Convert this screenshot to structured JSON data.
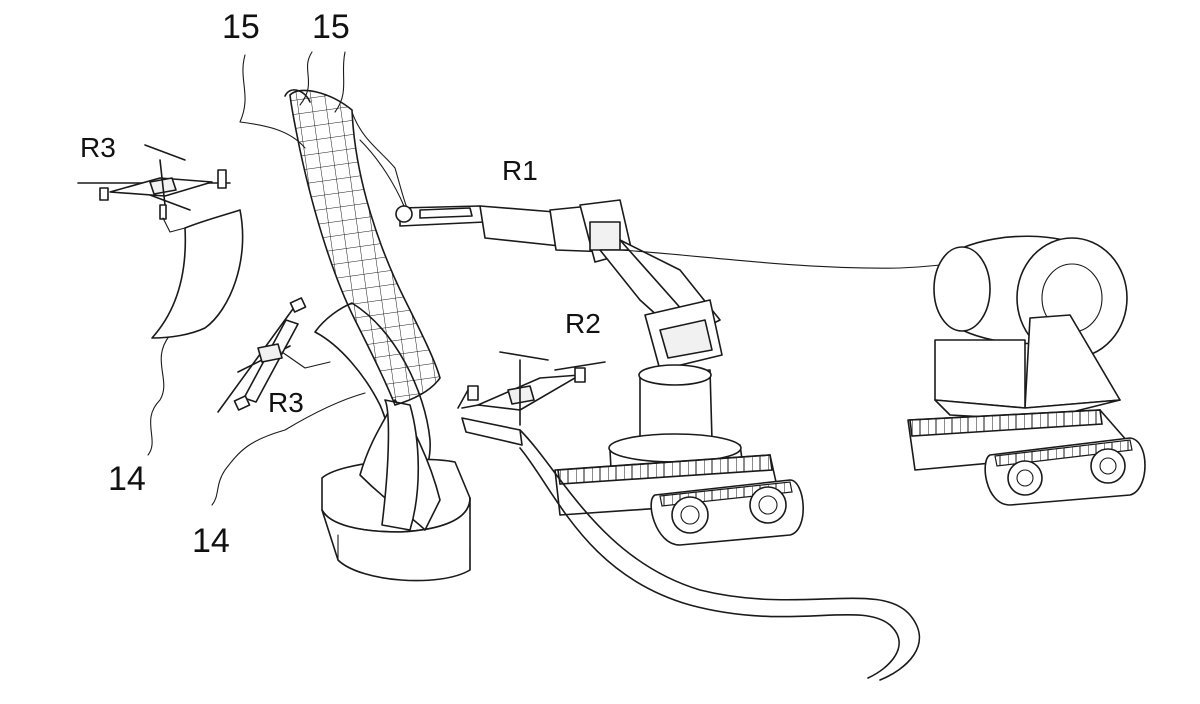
{
  "labels": {
    "ref_15_left": "15",
    "ref_15_right": "15",
    "ref_r3_top": "R3",
    "ref_r3_bottom": "R3",
    "ref_r1": "R1",
    "ref_r2": "R2",
    "ref_14_left": "14",
    "ref_14_bottom": "14"
  }
}
